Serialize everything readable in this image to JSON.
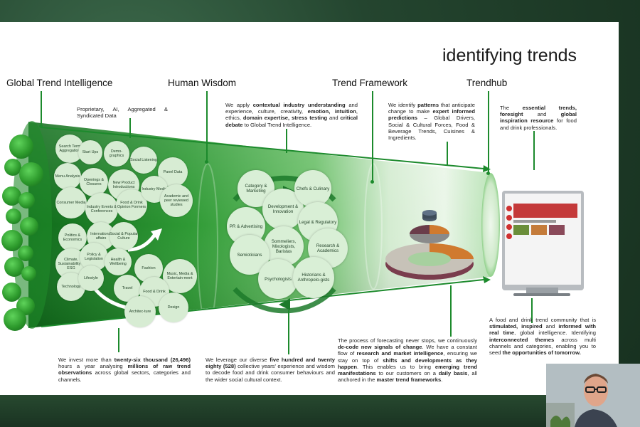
{
  "slide": {
    "title": "identifying trends",
    "headings": {
      "gti": "Global Trend Intelligence",
      "hw": "Human Wisdom",
      "tf": "Trend Framework",
      "th": "Trendhub"
    },
    "gti_top": "Proprietary, AI, Aggregated & Syndicated Data",
    "hw_top": {
      "t1": "We apply ",
      "b1": "contextual industry understanding",
      "t2": " and experience, culture, creativity, ",
      "b2": "emotion, intuition",
      "t3": ", ethics, ",
      "b3": "domain expertise, stress testing",
      "t4": " and ",
      "b4": "critical debate",
      "t5": " to Global Trend Intelligence."
    },
    "tf_top": {
      "t1": "We identify ",
      "b1": "patterns",
      "t2": " that anticipate change to make ",
      "b2": "expert informed predictions",
      "t3": " – Global Drivers, Social & Cultural Forces, Food & Beverage Trends, Cuisines & Ingredients."
    },
    "th_top": {
      "t1": "The ",
      "b1": "essential trends, foresight",
      "t2": " and ",
      "b2": "global inspiration resource",
      "t3": " for food and drink professionals."
    },
    "gti_bottom": {
      "t1": "We invest more than ",
      "b1": "twenty-six thousand (26,496)",
      "t2": " hours a year analysing ",
      "b2": "millions of raw trend observations",
      "t3": " across global sectors, categories and channels."
    },
    "hw_bottom": {
      "t1": "We leverage our diverse ",
      "b1": "five hundred and twenty eighty (528)",
      "t2": " collective years' experience and wisdom to decode food and drink consumer behaviours and the wider social cultural context."
    },
    "tf_bottom": {
      "t1": "The process of forecasting never stops, we continuously ",
      "b1": "de-code new signals of change",
      "t2": ". We have a constant flow of ",
      "b2": "research and market intelligence",
      "t3": ", ensuring we stay on top of ",
      "b3": "shifts and developments as they happen",
      "t4": ". This enables us to bring ",
      "b4": "emerging trend manifestations",
      "t5": " to our customers on a ",
      "b5": "daily basis",
      "t6": ", all anchored in the ",
      "b6": "master trend frameworks",
      "t7": "."
    },
    "th_bottom": {
      "t1": "A food and drink trend community that is ",
      "b1": "stimulated, inspired",
      "t2": " and ",
      "b2": "informed with real time",
      "t3": ", global intelligence. Identifying ",
      "b3": "interconnected themes",
      "t4": " across multi channels and categories, enabling you to seed ",
      "b4": "the opportunities of tomorrow."
    },
    "gti_bubbles": [
      "Search Term Aggregation",
      "Start Ups",
      "Demo-graphics",
      "Social Listening",
      "Menu Analysis",
      "Openings & Closures",
      "New Product Introductions",
      "Panel Data",
      "Consumer Media",
      "Industry Events & Conferences",
      "Food & Drink Opinion Formers",
      "Industry Media",
      "Academic and peer reviewed studies",
      "Politics & Economics",
      "International affairs",
      "Social & Popular Culture",
      "Climate, Sustainability & ESG",
      "Policy & Legislation",
      "Health & Wellbeing",
      "Technology",
      "Lifestyle",
      "Fashion",
      "Music, Media & Entertain-ment",
      "Travel",
      "Food & Drink",
      "Architec-ture",
      "Design"
    ],
    "hw_bubbles": [
      "Category & Marketing",
      "Development & Innovation",
      "Chefs & Culinary",
      "PR & Advertising",
      "Legal & Regulatory",
      "Sommeliers, Mixologists, Baristas",
      "Semioticians",
      "Research & Academics",
      "Psychologists",
      "Historians & Anthropolo-gists"
    ]
  },
  "colors": {
    "primary_green": "#1c8a2c",
    "light_green": "#d7ecd3"
  },
  "icons": [
    "webcam-video",
    "trendhub-monitor-icon",
    "ring-chart-icon"
  ]
}
